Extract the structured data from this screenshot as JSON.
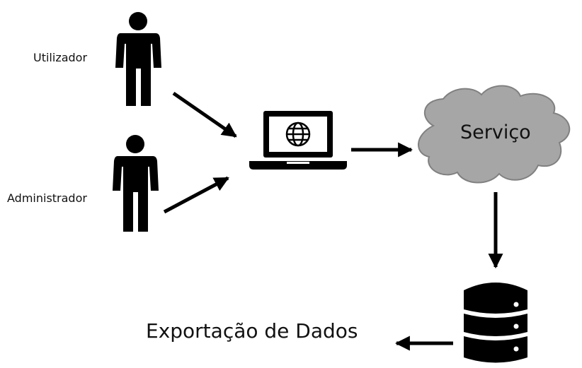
{
  "actors": {
    "user_label": "Utilizador",
    "admin_label": "Administrador"
  },
  "service": {
    "label": "Serviço",
    "cloud_fill": "#a6a6a6",
    "cloud_stroke": "#808080"
  },
  "export": {
    "label": "Exportação de Dados"
  },
  "icons": {
    "user": "person-icon",
    "admin": "person-icon",
    "client": "laptop-globe-icon",
    "service": "cloud-icon",
    "storage": "database-icon"
  },
  "colors": {
    "ink": "#000000",
    "background": "#ffffff"
  }
}
